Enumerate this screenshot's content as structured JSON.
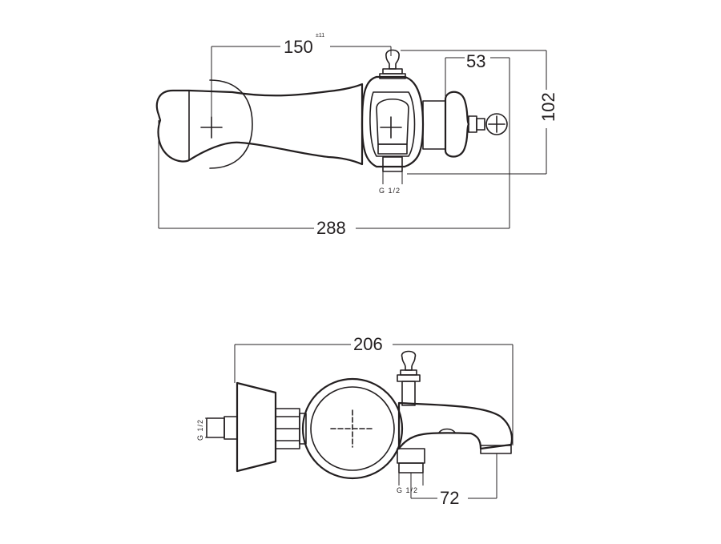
{
  "top_view": {
    "dim_width_center": "150",
    "dim_width_center_tolerance": "±11",
    "dim_total_width": "288",
    "dim_knob_offset": "53",
    "dim_height": "102",
    "thread_label": "G 1/2"
  },
  "front_view": {
    "dim_total_width": "206",
    "dim_spout_offset": "72",
    "thread_label_left": "G 1/2",
    "thread_label_bottom": "G 1/2"
  }
}
